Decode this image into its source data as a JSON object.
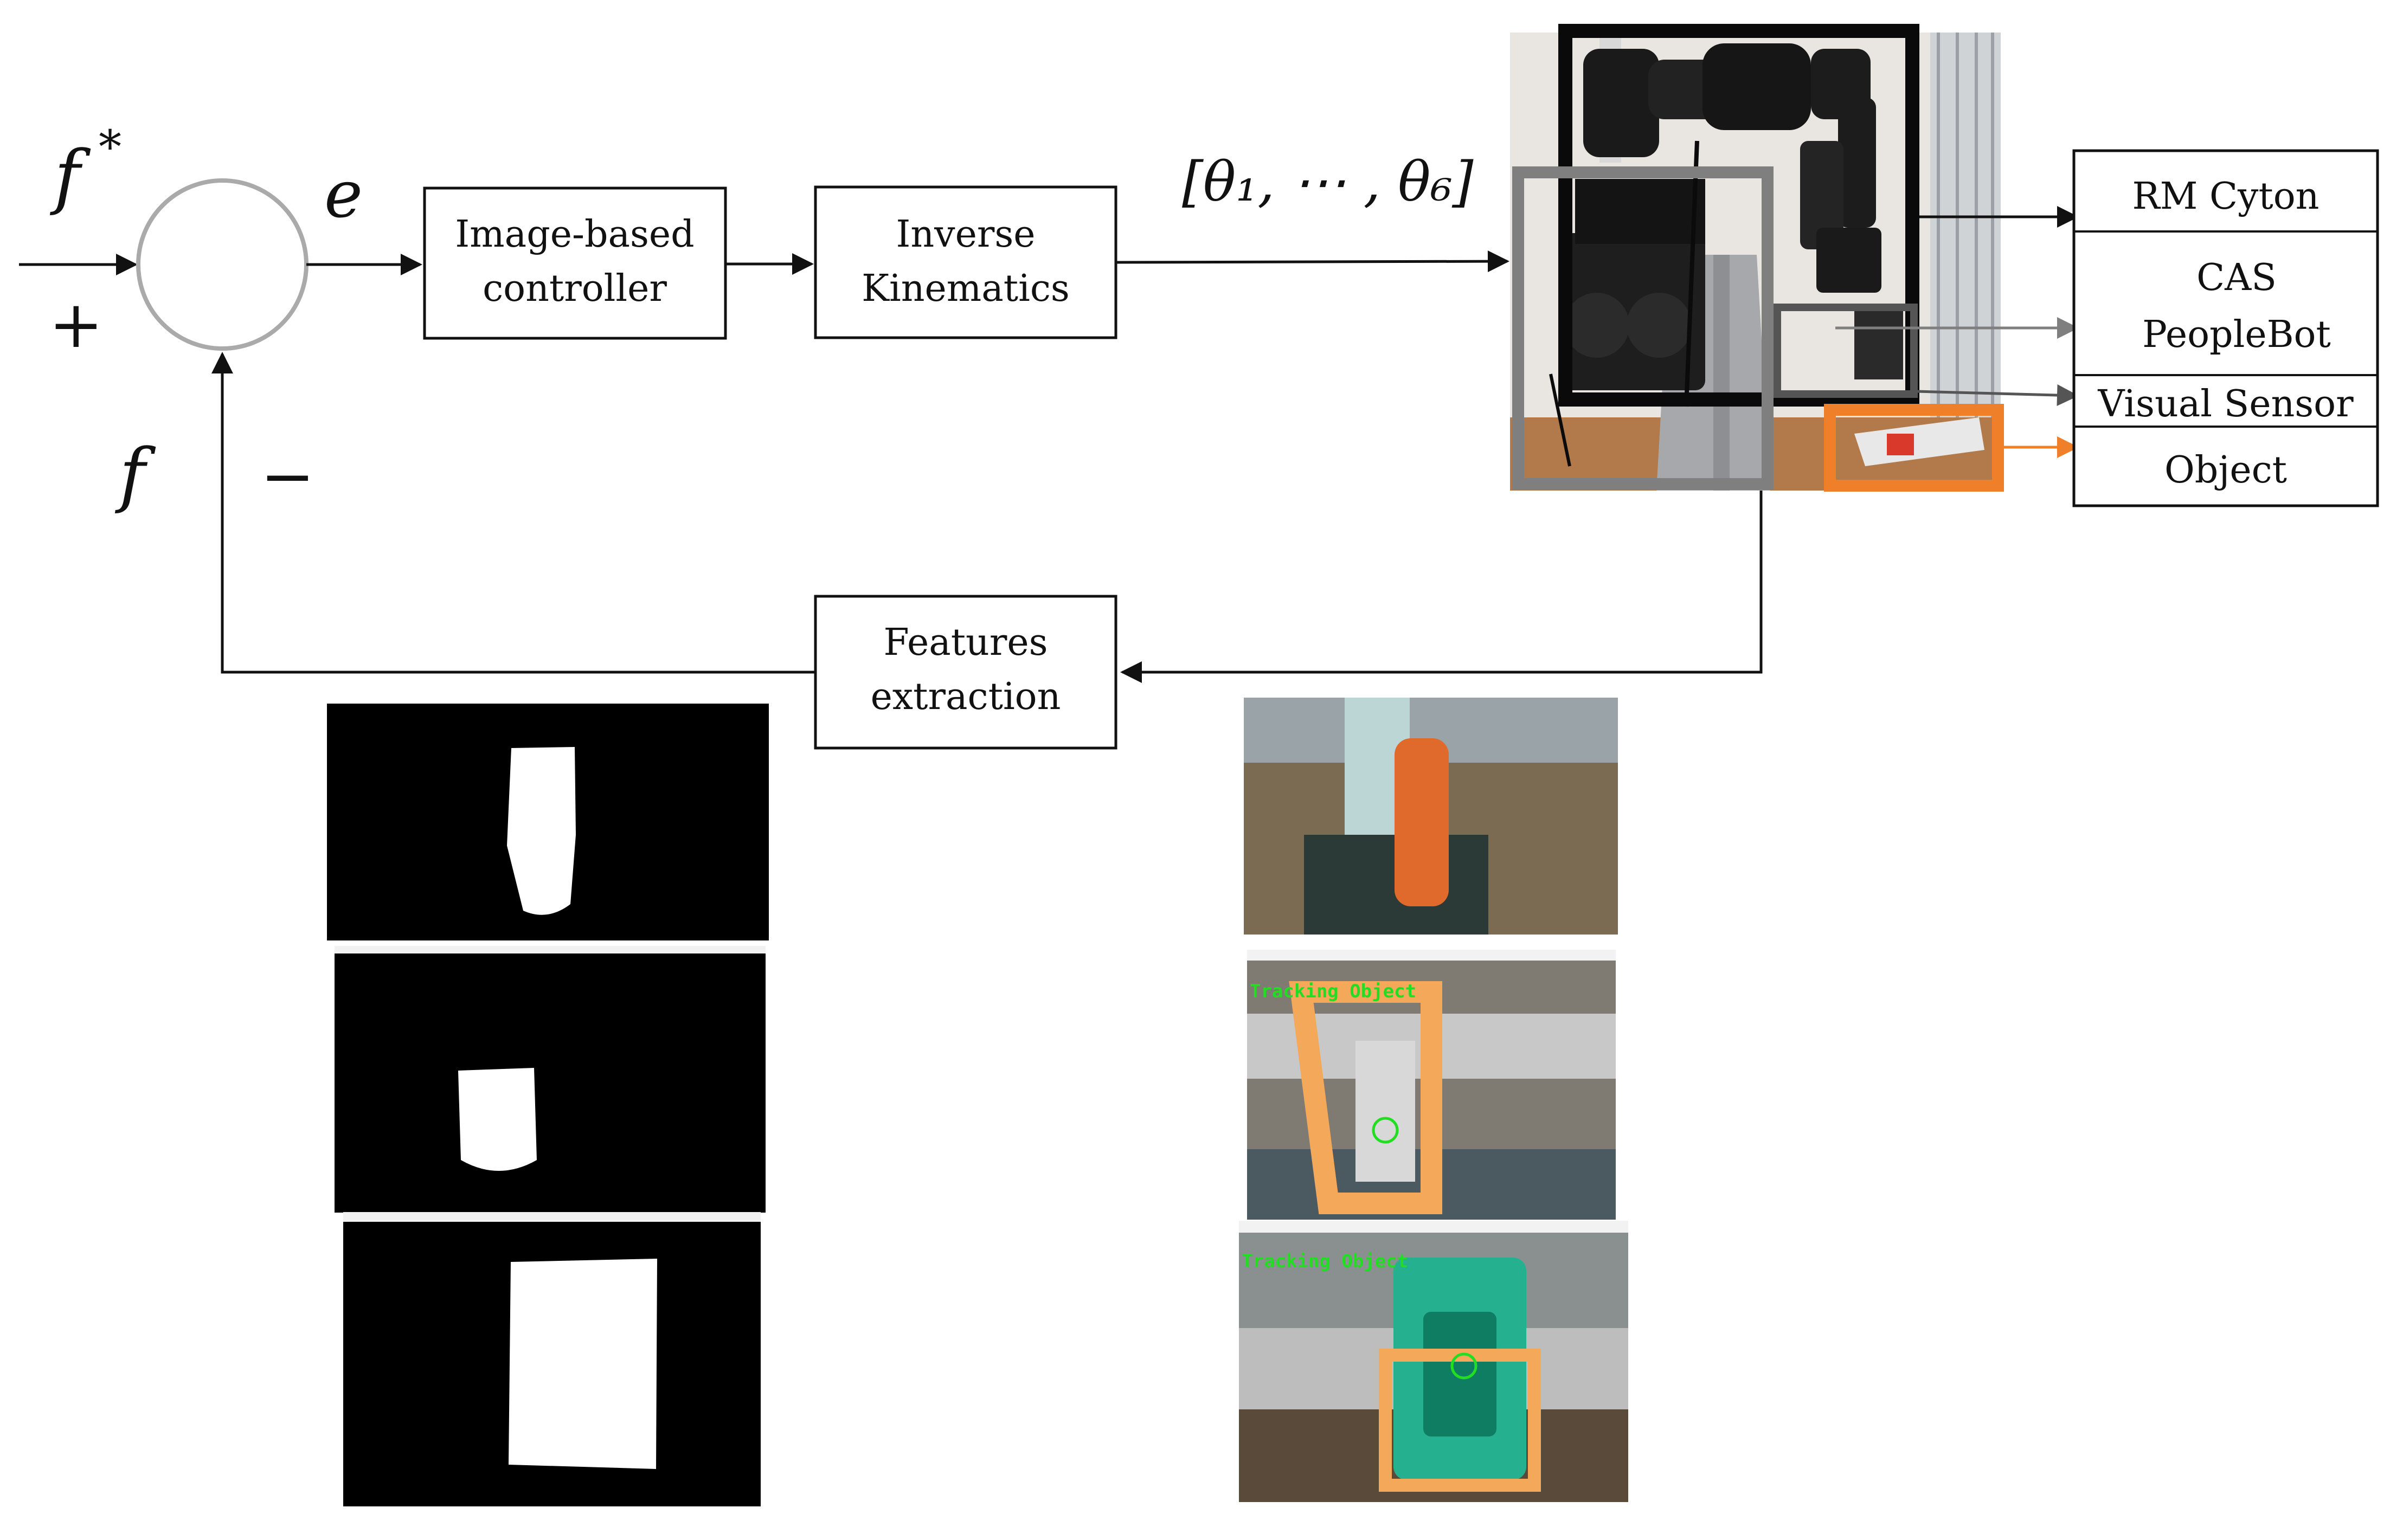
{
  "signals": {
    "reference": "f",
    "reference_sup": "*",
    "plus": "+",
    "error": "e",
    "feedback": "f",
    "minus": "−",
    "joint_vector": "[θ₁, ⋯ , θ₆]"
  },
  "blocks": {
    "controller": [
      "Image-based",
      "controller"
    ],
    "inverse_kinematics": [
      "Inverse",
      "Kinematics"
    ],
    "features": [
      "Features",
      "extraction"
    ]
  },
  "legend": {
    "rm_cyton": "RM Cyton",
    "peoplebot": [
      "CAS",
      "PeopleBot"
    ],
    "visual_sensor": "Visual Sensor",
    "object": "Object"
  },
  "camera_views": {
    "tracking_label": "Tracking Object"
  },
  "colors": {
    "line": "#111111",
    "circle": "#aaaaaa",
    "frame_black": "#0a0a0a",
    "frame_gray": "#7f7f7f",
    "frame_gray_dark": "#555555",
    "frame_orange": "#f07f2a"
  }
}
